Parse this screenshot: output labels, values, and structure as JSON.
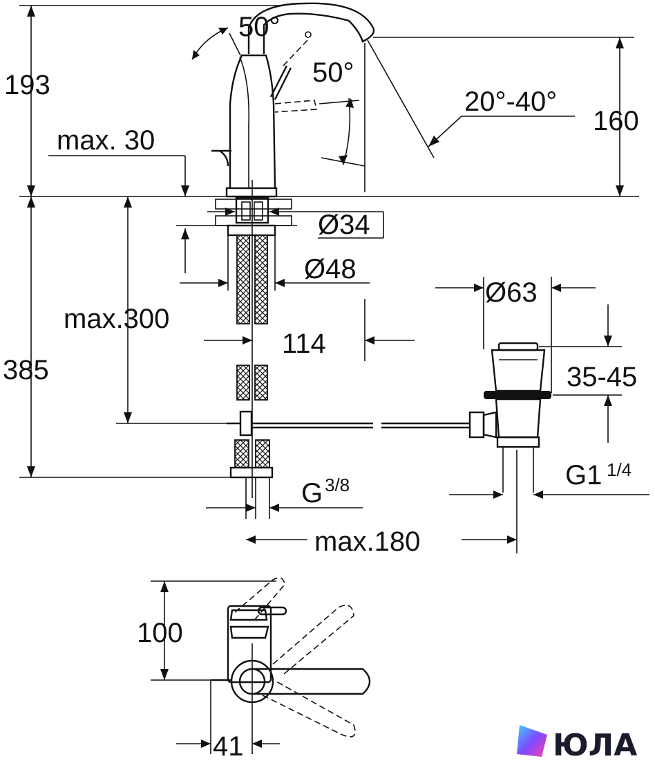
{
  "dimensions": {
    "faucet_height_total": "193",
    "spout_height": "160",
    "lever_angle_front": "50°",
    "lever_angle_side": "50°",
    "spout_swivel": "20°-40°",
    "deck_thickness": "max. 30",
    "hole_diameter": "Ø34",
    "base_diameter": "Ø48",
    "spout_reach": "114",
    "hose_length": "max.300",
    "install_depth": "385",
    "waste_diameter": "Ø63",
    "waste_height": "35-45",
    "waste_thread": "G1",
    "waste_thread_fraction": "1/4",
    "connection_thread": "G",
    "connection_thread_fraction": "3/8",
    "rod_length": "max.180",
    "plan_depth": "100",
    "plan_offset": "41"
  },
  "brand": {
    "name": "ЮЛА",
    "colors": [
      "#3fd0ff",
      "#7a4cff",
      "#ff3fb0"
    ]
  }
}
